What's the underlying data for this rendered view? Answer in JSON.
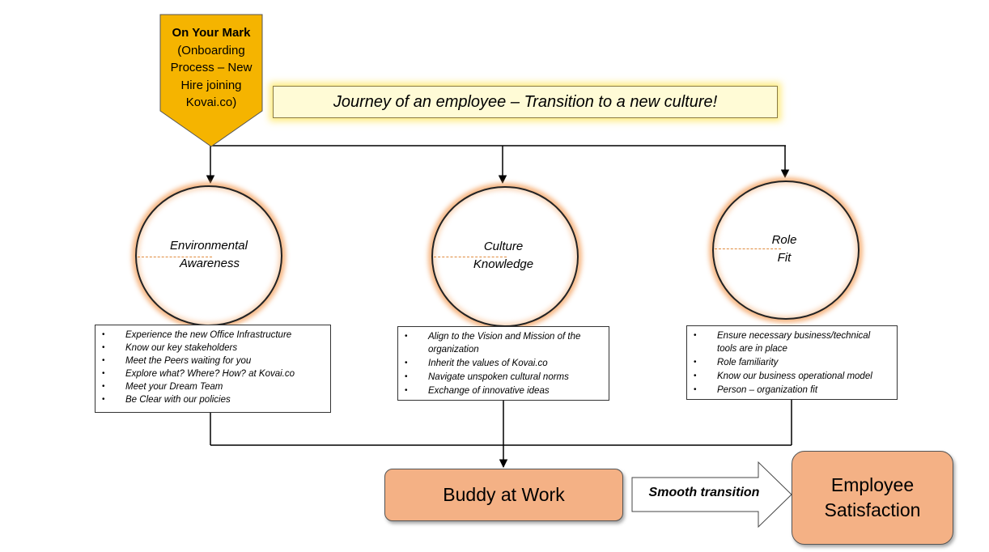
{
  "start": {
    "title": "On Your Mark",
    "subtitle": "(Onboarding Process – New Hire joining Kovai.co)"
  },
  "banner": {
    "text": "Journey of an employee – Transition to a new culture!"
  },
  "pillars": [
    {
      "line1": "Environmental",
      "line2": "Awareness",
      "items": [
        "Experience the new Office Infrastructure",
        "Know our key stakeholders",
        "Meet the Peers waiting for you",
        "Explore what? Where?  How? at Kovai.co",
        "Meet your Dream Team",
        "Be Clear with our policies"
      ]
    },
    {
      "line1": "Culture",
      "line2": "Knowledge",
      "items": [
        "Align to the Vision and Mission of the organization",
        "Inherit the values of Kovai.co",
        "Navigate unspoken cultural norms",
        "Exchange of innovative ideas"
      ]
    },
    {
      "line1": "Role",
      "line2": "Fit",
      "items": [
        "Ensure necessary business/technical tools are in place",
        "Role familiarity",
        "Know our business operational model",
        "Person – organization fit"
      ]
    }
  ],
  "buddy": {
    "label": "Buddy at Work"
  },
  "transition": {
    "label": "Smooth transition"
  },
  "outcome": {
    "line1": "Employee",
    "line2": "Satisfaction"
  },
  "colors": {
    "pentagon": "#f5b400",
    "banner_glow": "#ffe65a",
    "circle_glow": "#f5aa6e",
    "box_fill": "#f4b185"
  }
}
